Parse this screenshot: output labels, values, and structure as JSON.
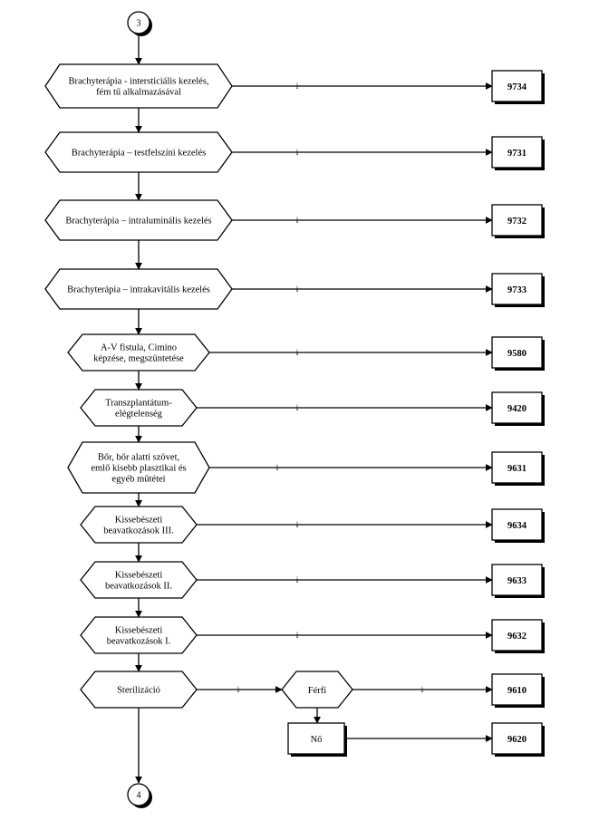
{
  "connectors": {
    "top": "3",
    "bottom": "4"
  },
  "yes_label": "i",
  "steps": [
    {
      "lines": [
        "Brachyterápia - intersticiális kezelés,",
        "fém tű alkalmazásával"
      ],
      "code": "9734"
    },
    {
      "lines": [
        "Brachyterápia – testfelszíni kezelés"
      ],
      "code": "9731"
    },
    {
      "lines": [
        "Brachyterápia – intraluminális kezelés"
      ],
      "code": "9732"
    },
    {
      "lines": [
        "Brachyterápia – intrakavitális kezelés"
      ],
      "code": "9733"
    },
    {
      "lines": [
        "A-V fistula, Cimino",
        "képzése, megszüntetése"
      ],
      "code": "9580"
    },
    {
      "lines": [
        "Transzplantátum-",
        "elégtelenség"
      ],
      "code": "9420"
    },
    {
      "lines": [
        "Bőr, bőr alatti szövet,",
        "emlő kisebb plasztikai és",
        "egyéb műtétei"
      ],
      "code": "9631"
    },
    {
      "lines": [
        "Kissebészeti",
        "beavatkozások III."
      ],
      "code": "9634"
    },
    {
      "lines": [
        "Kissebészeti",
        "beavatkozások II."
      ],
      "code": "9633"
    },
    {
      "lines": [
        "Kissebészeti",
        "beavatkozások I."
      ],
      "code": "9632"
    },
    {
      "lines": [
        "Sterilizáció"
      ],
      "code": ""
    }
  ],
  "branch": {
    "decision": "Férfi",
    "decision_code": "9610",
    "else_box": "Nő",
    "else_code": "9620"
  }
}
